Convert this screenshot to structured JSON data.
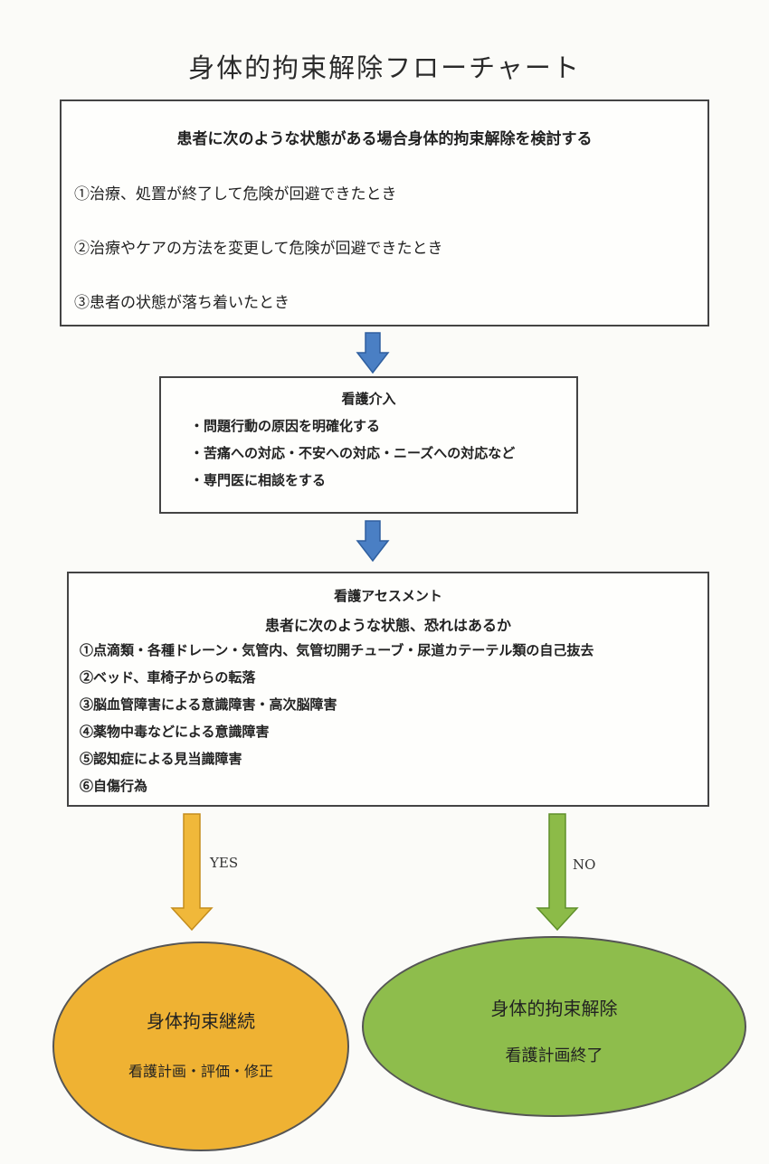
{
  "title": "身体的拘束解除フローチャート",
  "box1": {
    "heading": "患者に次のような状態がある場合身体的拘束解除を検討する",
    "items": [
      "①治療、処置が終了して危険が回避できたとき",
      "②治療やケアの方法を変更して危険が回避できたとき",
      "③患者の状態が落ち着いたとき"
    ]
  },
  "box2": {
    "heading": "看護介入",
    "items": [
      "・問題行動の原因を明確化する",
      "・苦痛への対応・不安への対応・ニーズへの対応など",
      "・専門医に相談をする"
    ]
  },
  "box3": {
    "heading": "看護アセスメント",
    "subheading": "患者に次のような状態、恐れはあるか",
    "items": [
      "①点滴類・各種ドレーン・気管内、気管切開チューブ・尿道カテーテル類の自己抜去",
      "②ベッド、車椅子からの転落",
      "③脳血管障害による意識障害・高次脳障害",
      "④薬物中毒などによる意識障害",
      "⑤認知症による見当識障害",
      "⑥自傷行為"
    ]
  },
  "branches": {
    "yes_label": "YES",
    "no_label": "NO"
  },
  "outcome_yes": {
    "line1": "身体拘束継続",
    "line2": "看護計画・評価・修正",
    "color": "#efb233"
  },
  "outcome_no": {
    "line1": "身体的拘束解除",
    "line2": "看護計画終了",
    "color": "#8ebd4c"
  },
  "colors": {
    "arrow_blue": "#4a7fc4",
    "arrow_yellow": "#f0b83a",
    "arrow_green": "#8cbb48"
  }
}
